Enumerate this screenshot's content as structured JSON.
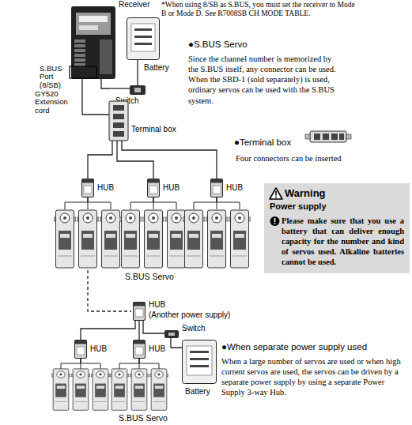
{
  "diagram": {
    "nodes": [
      {
        "text": [
          "Receiver"
        ]
      },
      {
        "text": [
          "Battery"
        ]
      },
      {
        "text": [
          "Switch"
        ]
      },
      {
        "text": [
          "Terminal box"
        ]
      },
      {
        "text": [
          "HUB"
        ]
      },
      {
        "text": [
          "HUB"
        ]
      },
      {
        "text": [
          "HUB"
        ]
      },
      {
        "text": [
          "HUB",
          "(Another power supply)"
        ]
      },
      {
        "text": [
          "HUB"
        ]
      },
      {
        "text": [
          "HUB"
        ]
      },
      {
        "text": [
          "Switch"
        ]
      },
      {
        "text": [
          "Battery"
        ]
      },
      {
        "text": [
          "Warning",
          "Power supply",
          "Please make sure that you use a battery that can deliver enough capacity for the number and kind of servos used. Alkaline batteries cannot be used."
        ]
      }
    ],
    "edges": [
      {
        "from": 1,
        "to": 2,
        "arrow": "none"
      },
      {
        "from": 2,
        "to": 0,
        "arrow": "none"
      },
      {
        "from": 0,
        "to": 3,
        "arrow": "none"
      },
      {
        "from": 3,
        "to": 4,
        "arrow": "none"
      },
      {
        "from": 3,
        "to": 5,
        "arrow": "none"
      },
      {
        "from": 3,
        "to": 6,
        "arrow": "none"
      },
      {
        "from": 7,
        "to": 8,
        "arrow": "none"
      },
      {
        "from": 7,
        "to": 9,
        "arrow": "none"
      },
      {
        "from": 7,
        "to": 10,
        "arrow": "none"
      },
      {
        "from": 10,
        "to": 11,
        "arrow": "none"
      }
    ],
    "labels": [
      "*When using 8/SB as S.BUS, you must set the receiver to Mode B or Mode D. See R7008SB CH MODE TABLE.",
      "S.BUS Port (8/SB)",
      "GY520 Extension cord",
      "●S.BUS Servo",
      "Since the channel number is memorized by the S.BUS itself, any connector can be used. When the SBD-1 (sold separately) is used, ordinary servos can be used with the S.BUS system.",
      "●Terminal box",
      "Four connectors can be inserted",
      "S.BUS Servo",
      "●When separate power supply used",
      "When a large number of servos are used or when high current servos are used, the servos can be driven by a separate power supply by using a separate Power Supply 3-way Hub.",
      "S.BUS Servo"
    ]
  }
}
